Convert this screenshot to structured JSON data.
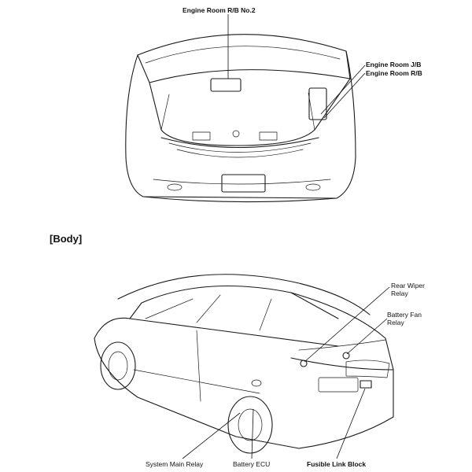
{
  "engine_room": {
    "label_rb2": "Engine Room R/B No.2",
    "label_jb": "Engine Room J/B",
    "label_rb": "Engine Room R/B"
  },
  "body_section": {
    "title": "[Body]",
    "label_rear_wiper": [
      "Rear Wiper",
      "Relay"
    ],
    "label_battery_fan": [
      "Battery Fan",
      "Relay"
    ],
    "label_system_main": "System Main Relay",
    "label_battery_ecu": "Battery ECU",
    "label_fusible_link": "Fusible Link Block"
  },
  "colors": {
    "line": "#1a1a1a",
    "background": "#ffffff"
  }
}
